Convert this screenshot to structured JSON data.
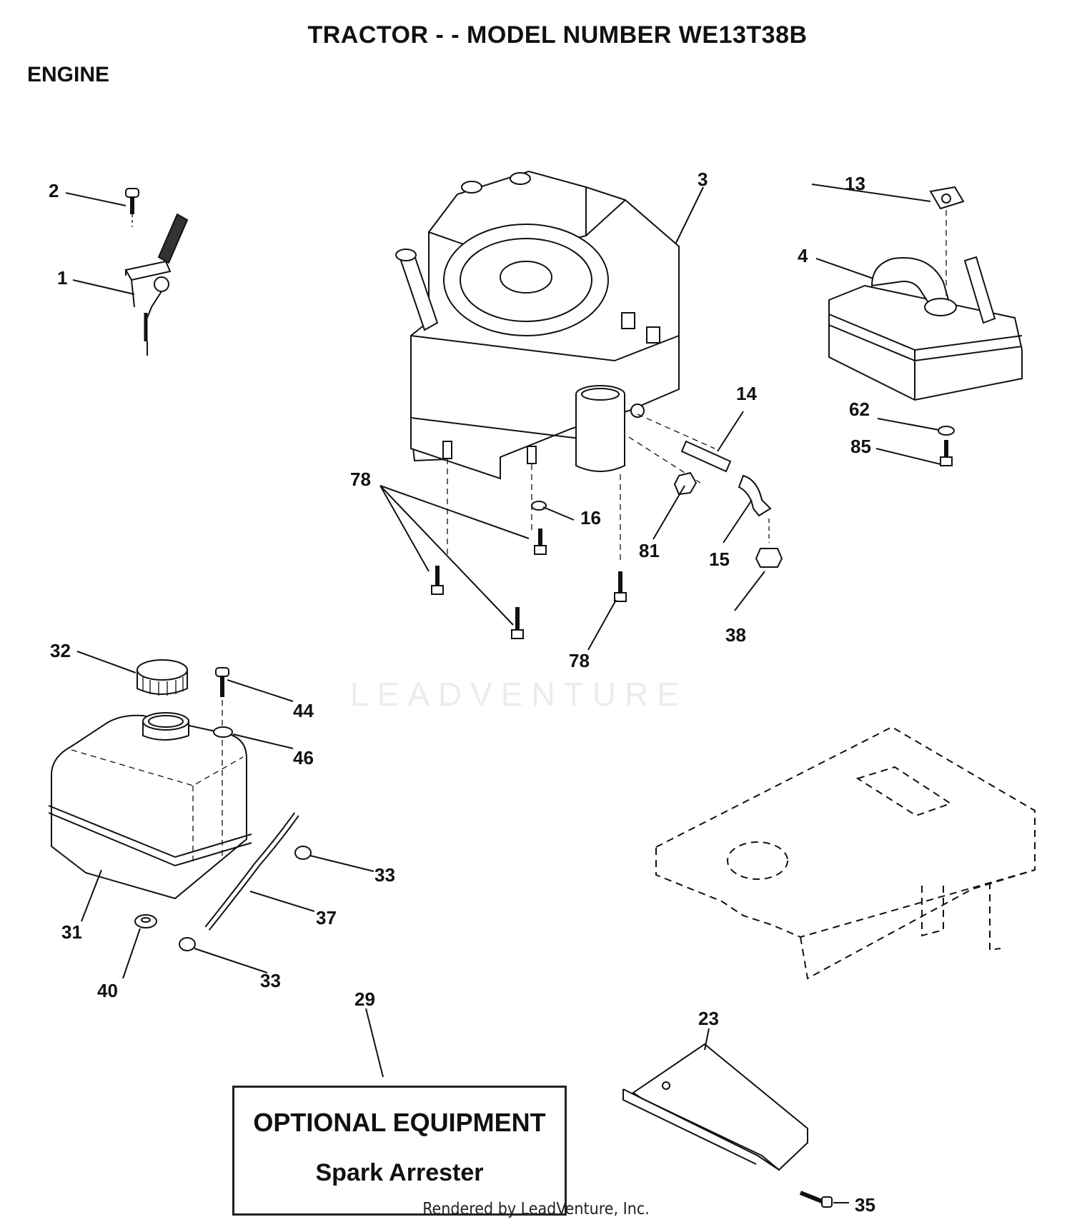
{
  "page": {
    "title": "TRACTOR - - MODEL NUMBER WE13T38B",
    "section": "ENGINE",
    "watermark": "LEADVENTURE",
    "footer": "Rendered by LeadVenture, Inc."
  },
  "optional_box": {
    "title": "OPTIONAL EQUIPMENT",
    "subtitle": "Spark Arrester"
  },
  "callouts": {
    "c1": "1",
    "c2": "2",
    "c3": "3",
    "c4": "4",
    "c13": "13",
    "c14": "14",
    "c15": "15",
    "c16": "16",
    "c23": "23",
    "c29": "29",
    "c31": "31",
    "c32": "32",
    "c33a": "33",
    "c33b": "33",
    "c35": "35",
    "c37": "37",
    "c38": "38",
    "c40": "40",
    "c44": "44",
    "c46": "46",
    "c62": "62",
    "c78a": "78",
    "c78b": "78",
    "c81": "81",
    "c85": "85"
  }
}
